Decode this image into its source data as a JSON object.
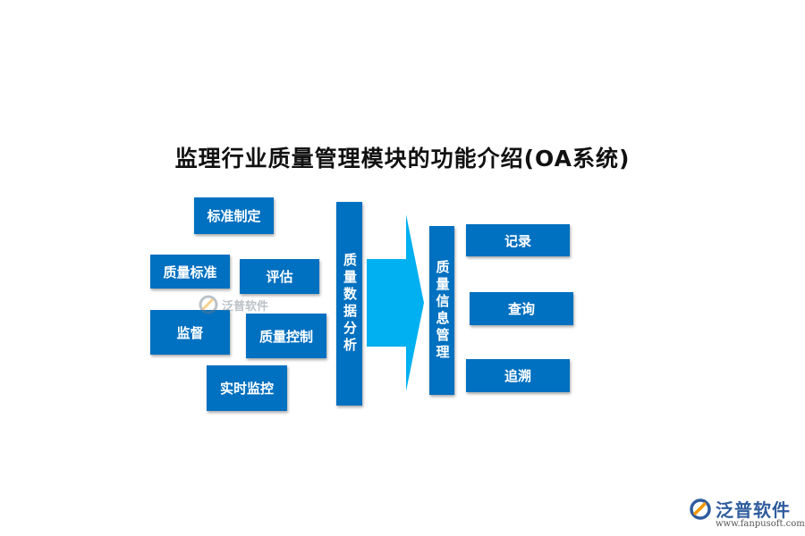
{
  "title": "监理行业质量管理模块的功能介绍(OA系统)",
  "colors": {
    "box": "#0070C0",
    "arrow": "#00B0F0",
    "logo_blue": "#2F5C9E",
    "logo_orange": "#F39800"
  },
  "left_items": {
    "standard_setting": "标准制定",
    "quality_standard": "质量标准",
    "evaluation": "评估",
    "supervision": "监督",
    "quality_control": "质量控制",
    "realtime_monitoring": "实时监控"
  },
  "middle_box": "质量数据分析",
  "info_box": "质量信息管理",
  "right_items": {
    "record": "记录",
    "query": "查询",
    "trace": "追溯"
  },
  "watermark": "泛普软件",
  "logo": {
    "name": "泛普软件",
    "url": "www.fanpusoft.com"
  }
}
